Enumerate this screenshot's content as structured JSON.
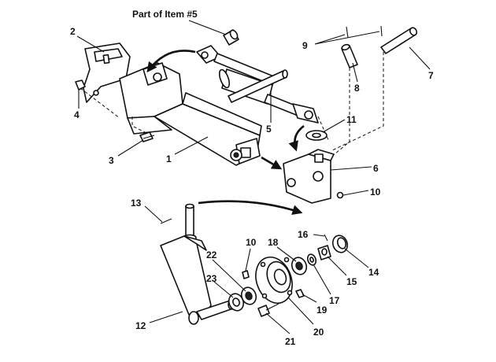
{
  "header": {
    "part_of_item_label": "Part of Item #5"
  },
  "callouts": [
    {
      "id": "c1",
      "text": "1"
    },
    {
      "id": "c2",
      "text": "2"
    },
    {
      "id": "c3",
      "text": "3"
    },
    {
      "id": "c4",
      "text": "4"
    },
    {
      "id": "c5",
      "text": "5"
    },
    {
      "id": "c6",
      "text": "6"
    },
    {
      "id": "c7",
      "text": "7"
    },
    {
      "id": "c8",
      "text": "8"
    },
    {
      "id": "c9",
      "text": "9"
    },
    {
      "id": "c10a",
      "text": "10"
    },
    {
      "id": "c10b",
      "text": "10"
    },
    {
      "id": "c11",
      "text": "11"
    },
    {
      "id": "c12",
      "text": "12"
    },
    {
      "id": "c13",
      "text": "13"
    },
    {
      "id": "c14",
      "text": "14"
    },
    {
      "id": "c15",
      "text": "15"
    },
    {
      "id": "c16",
      "text": "16"
    },
    {
      "id": "c17",
      "text": "17"
    },
    {
      "id": "c18",
      "text": "18"
    },
    {
      "id": "c19",
      "text": "19"
    },
    {
      "id": "c20",
      "text": "20"
    },
    {
      "id": "c21",
      "text": "21"
    },
    {
      "id": "c22",
      "text": "22"
    },
    {
      "id": "c23",
      "text": "23"
    }
  ]
}
